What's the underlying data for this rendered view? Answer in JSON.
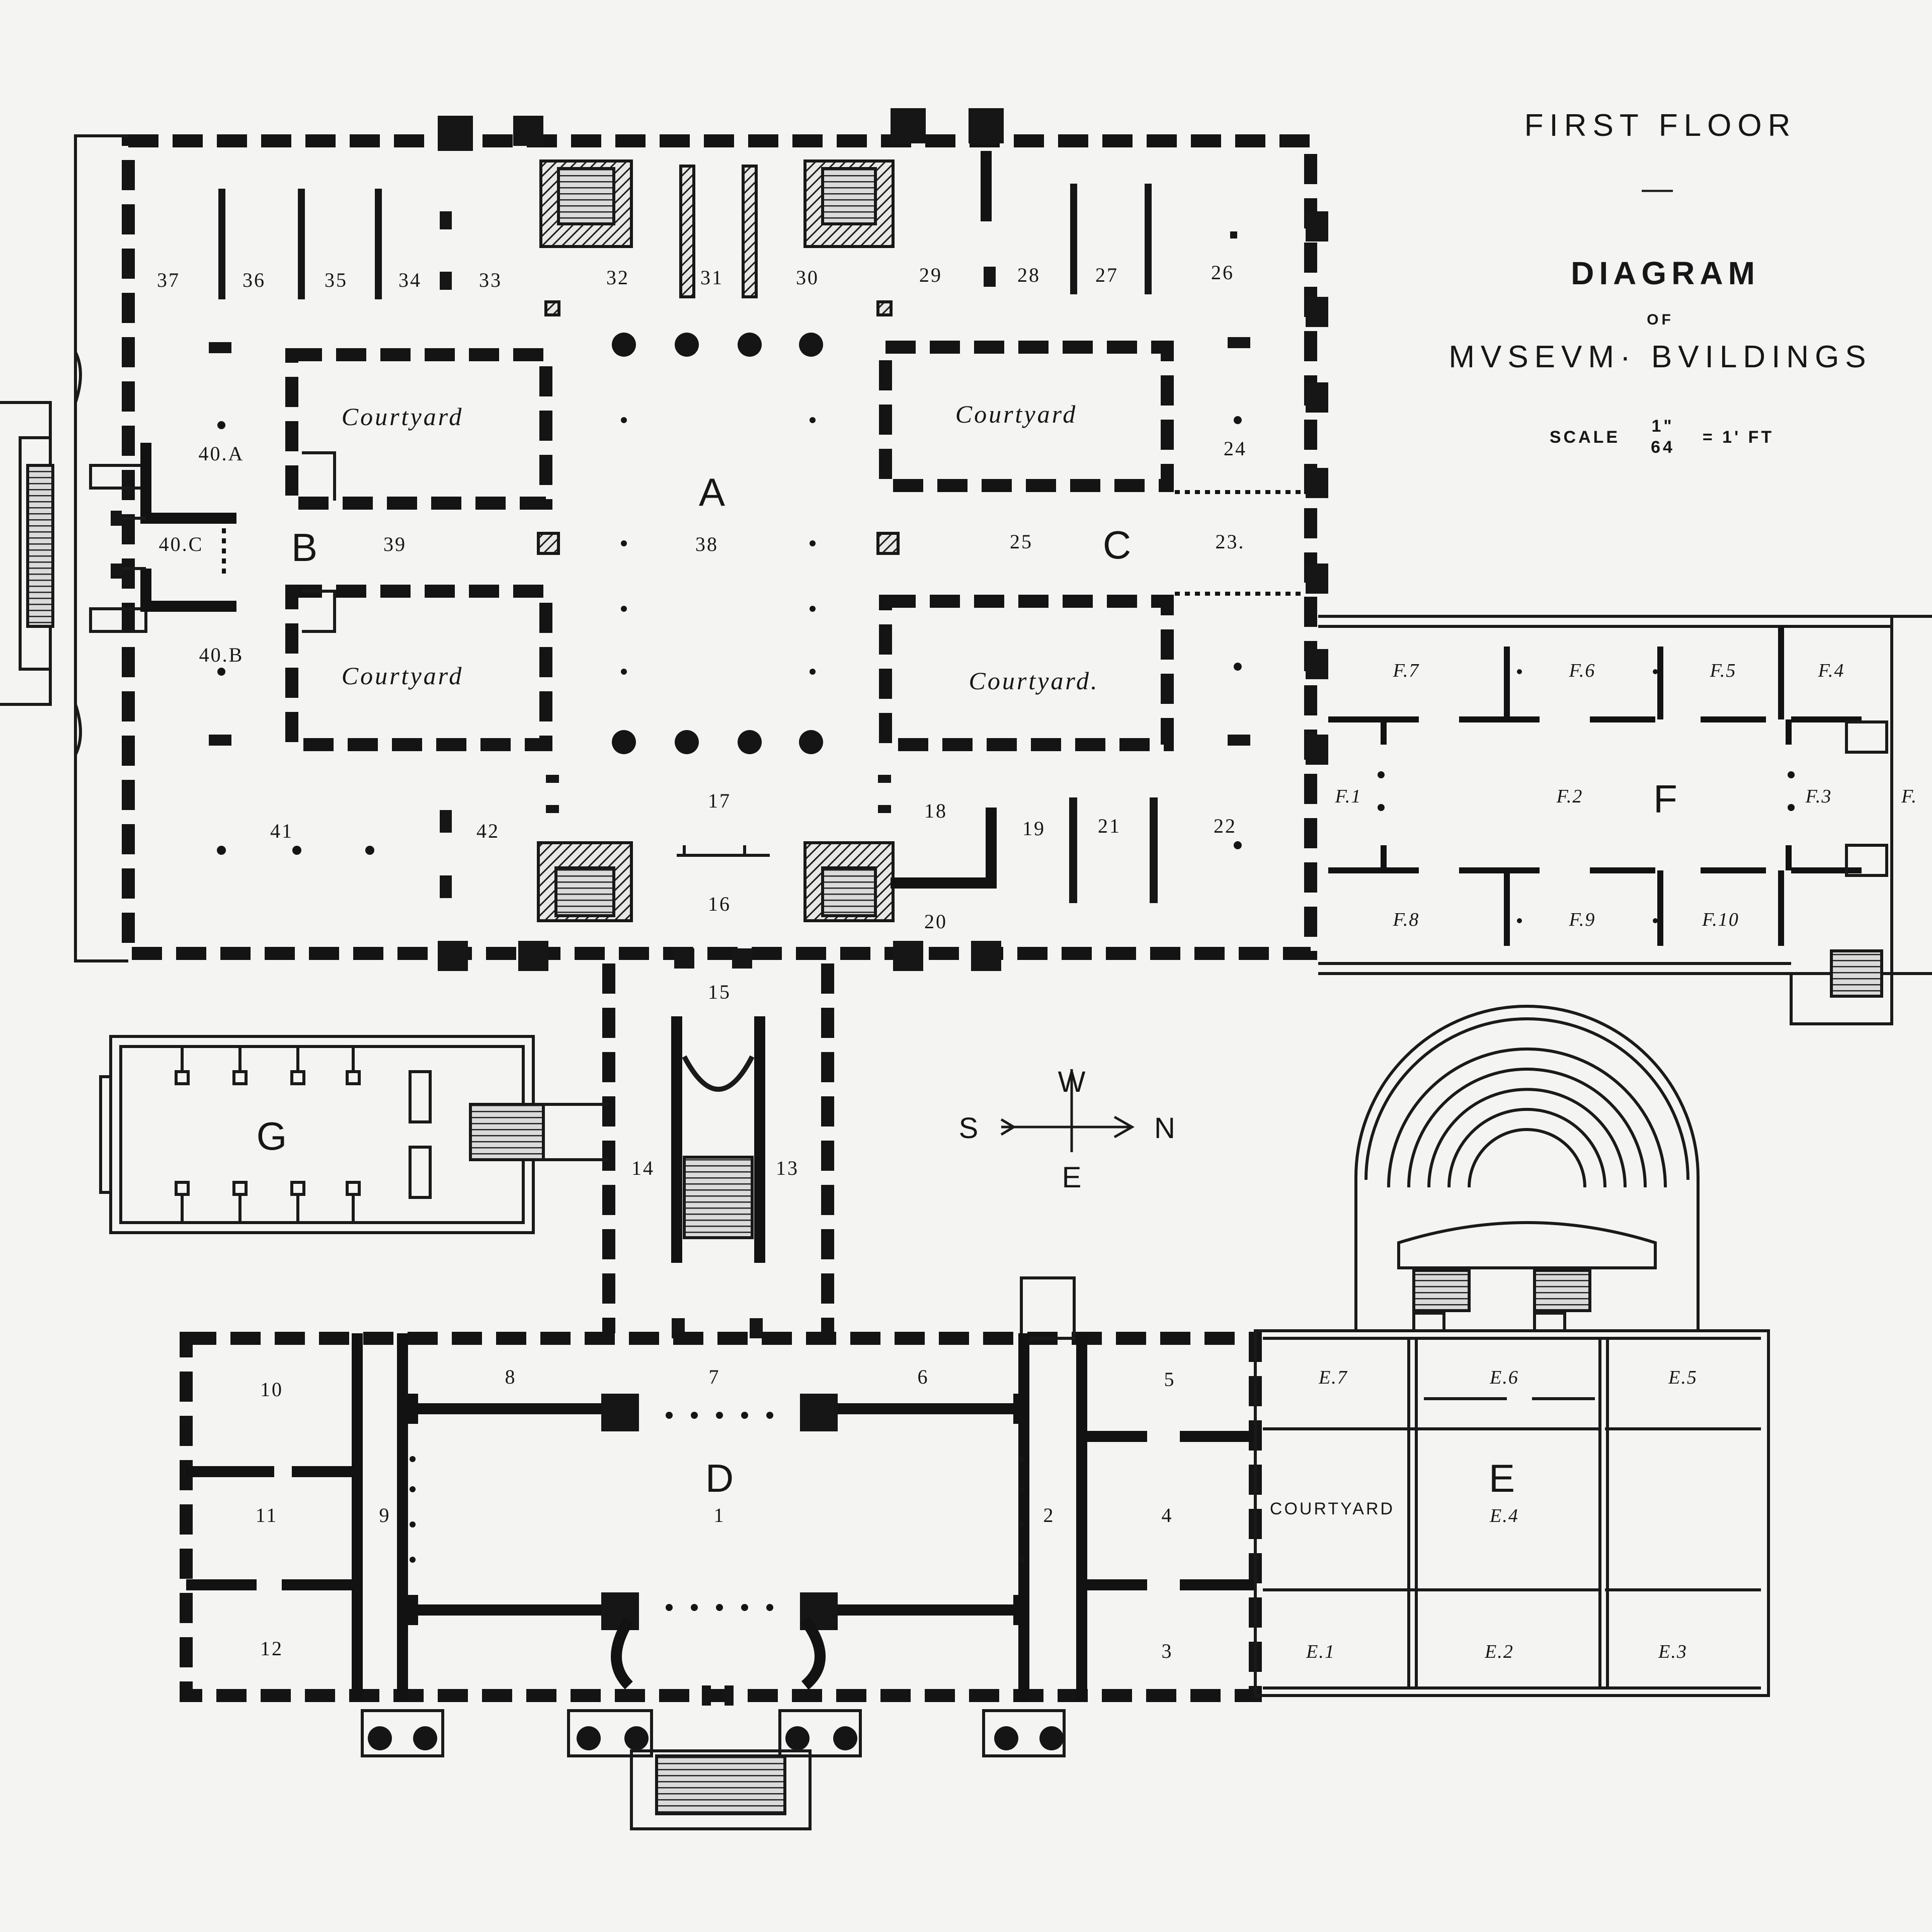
{
  "title": {
    "line1": "FIRST FLOOR",
    "dash": "—",
    "line2": "DIAGRAM",
    "of": "OF",
    "line3": "MVSEVM· BVILDINGS",
    "scale_prefix": "SCALE",
    "scale_num": "1\"",
    "scale_den": "64",
    "scale_suffix": "= 1' FT"
  },
  "compass": {
    "w": "W",
    "e": "E",
    "s": "S",
    "n": "N"
  },
  "sections": {
    "A": "A",
    "B": "B",
    "C": "C",
    "D": "D",
    "E": "E",
    "F": "F",
    "G": "G"
  },
  "courtyards": {
    "nw": "Courtyard",
    "ne": "Courtyard",
    "sw": "Courtyard",
    "se": "Courtyard.",
    "e": "COURTYARD"
  },
  "rooms": {
    "r1": "1",
    "r2": "2",
    "r3": "3",
    "r4": "4",
    "r5": "5",
    "r6": "6",
    "r7": "7",
    "r8": "8",
    "r9": "9",
    "r10": "10",
    "r11": "11",
    "r12": "12",
    "r13": "13",
    "r14": "14",
    "r15": "15",
    "r16": "16",
    "r17": "17",
    "r18": "18",
    "r19": "19",
    "r20": "20",
    "r21": "21",
    "r22": "22",
    "r23": "23.",
    "r24": "24",
    "r25": "25",
    "r26": "26",
    "r27": "27",
    "r28": "28",
    "r29": "29",
    "r30": "30",
    "r31": "31",
    "r32": "32",
    "r33": "33",
    "r34": "34",
    "r35": "35",
    "r36": "36",
    "r37": "37",
    "r38": "38",
    "r39": "39",
    "r40a": "40.A",
    "r40b": "40.B",
    "r40c": "40.C",
    "r41": "41",
    "r42": "42",
    "e1": "E.1",
    "e2": "E.2",
    "e3": "E.3",
    "e4": "E.4",
    "e5": "E.5",
    "e6": "E.6",
    "e7": "E.7",
    "f1": "F.1",
    "f2": "F.2",
    "f3": "F.3",
    "f4": "F.4",
    "f5": "F.5",
    "f6": "F.6",
    "f7": "F.7",
    "f8": "F.8",
    "f9": "F.9",
    "f10": "F.10",
    "f_edge": "F."
  }
}
